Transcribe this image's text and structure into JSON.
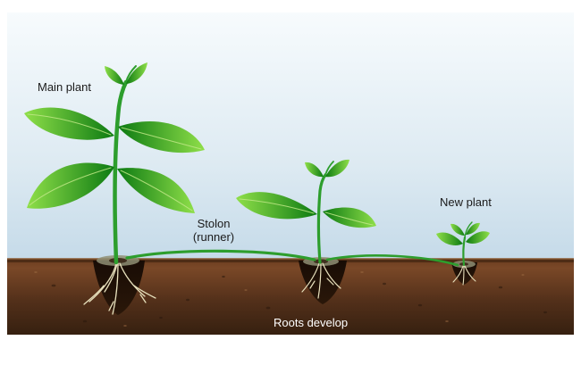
{
  "diagram": {
    "type": "botanical-illustration",
    "subject": "Vegetative propagation of a plant by stolon (runner)",
    "labels": {
      "main_plant": "Main plant",
      "stolon_line1": "Stolon",
      "stolon_line2": "(runner)",
      "new_plant": "New plant",
      "roots_develop": "Roots develop"
    }
  },
  "colors": {
    "sky_top": "#f6fbfd",
    "sky_bottom": "#c3d9e8",
    "leaf_dark": "#0c7a12",
    "leaf_light": "#8fdf49",
    "stem_green": "#2d9e2d",
    "soil_light": "#7a4827",
    "soil_dark": "#362010",
    "root_color": "#e8e1bd",
    "label_text": "#1a1a1a",
    "roots_label_text": "#ffffff"
  }
}
